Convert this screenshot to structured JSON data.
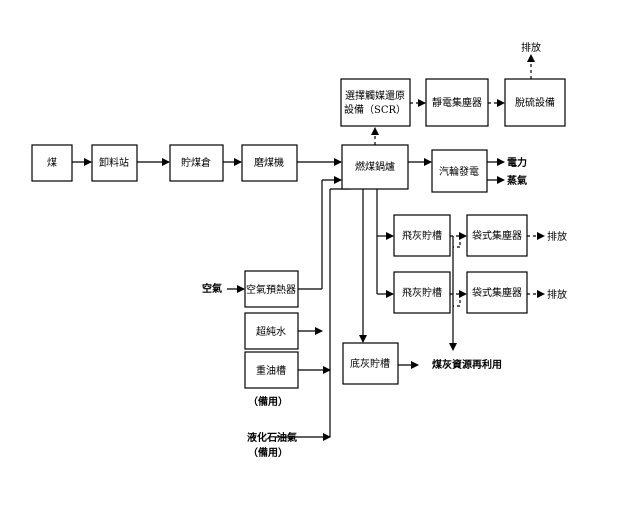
{
  "nodes": {
    "coal": "煤",
    "unloading": "卸料站",
    "storage": "貯煤倉",
    "mill": "磨煤機",
    "boiler": "燃煤鍋爐",
    "scr_line1": "選擇觸媒還原",
    "scr_line2": "設備（SCR）",
    "esp": "靜電集塵器",
    "desulf": "脫硫設備",
    "turbine": "汽輪發電",
    "flyash1": "飛灰貯槽",
    "flyash2": "飛灰貯槽",
    "bag1": "袋式集塵器",
    "bag2": "袋式集塵器",
    "preheater": "空氣預熱器",
    "purewater": "超純水",
    "oiltank": "重油槽",
    "bottomash": "底灰貯槽"
  },
  "labels": {
    "emit_top": "排放",
    "electricity": "電力",
    "steam": "蒸氣",
    "emit1": "排放",
    "emit2": "排放",
    "air": "空氣",
    "backup1": "（備用）",
    "lpg": "液化石油氣",
    "backup2": "（備用）",
    "reuse": "煤灰資源再利用"
  }
}
